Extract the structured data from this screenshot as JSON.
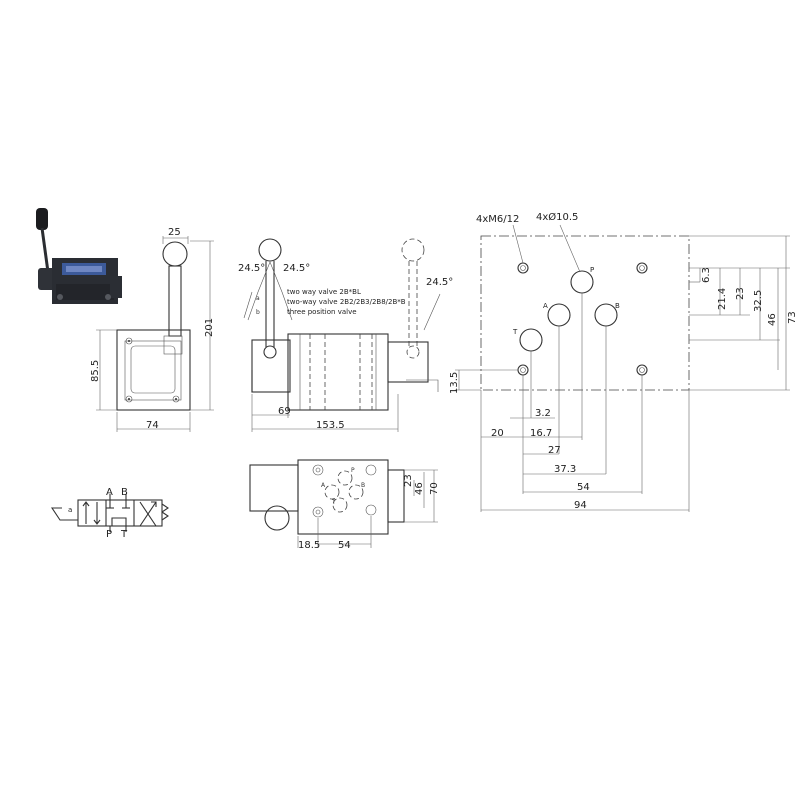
{
  "side_view": {
    "dims": {
      "width_top": "25",
      "height_total": "201",
      "height_body": "85.5",
      "width_base": "74"
    }
  },
  "front_view": {
    "angles": {
      "left_a": "24.5°",
      "left_b": "24.5°",
      "right": "24.5°"
    },
    "notes": [
      "two way valve 2B*BL",
      "two-way valve 2B2/2B3/2B8/2B*B",
      "three position valve"
    ],
    "lever_marks": {
      "a": "a",
      "b": "b"
    },
    "dims": {
      "offset": "69",
      "length": "153.5"
    }
  },
  "top_view": {
    "ports": {
      "p": "P",
      "a": "A",
      "b": "B",
      "t": "T"
    },
    "dims": {
      "h1": "23",
      "h2": "46",
      "h3": "70",
      "w1": "18.5",
      "w2": "54"
    }
  },
  "symbol": {
    "labels": {
      "a": "A",
      "b": "B",
      "p": "P",
      "t": "T",
      "lever": "a"
    }
  },
  "mounting_pattern": {
    "callouts": {
      "threads": "4xM6/12",
      "holes": "4xØ10.5"
    },
    "ports": {
      "p": "P",
      "a": "A",
      "b": "B",
      "t": "T"
    },
    "vertical_dims": [
      "6.3",
      "21.4",
      "23",
      "32.5",
      "46",
      "73"
    ],
    "left_dim": "13.5",
    "horizontal_dims": [
      "3.2",
      "20",
      "16.7",
      "27",
      "37.3",
      "54",
      "94"
    ]
  },
  "colors": {
    "line": "#333333",
    "photo_body": "#2a2d33",
    "photo_label": "#3c5a9a"
  }
}
